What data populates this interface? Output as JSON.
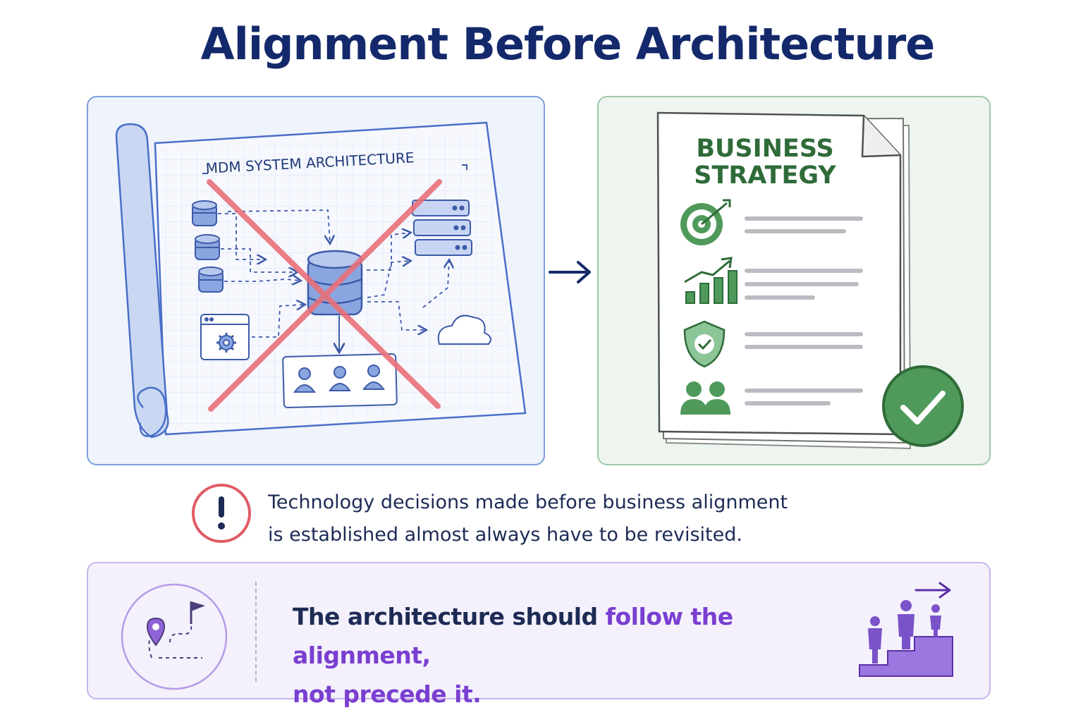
{
  "title": "Alignment Before Architecture",
  "architecture_panel": {
    "heading": "MDM SYSTEM ARCHITECTURE"
  },
  "strategy_panel": {
    "heading_line1": "BUSINESS",
    "heading_line2": "STRATEGY"
  },
  "warning": {
    "line1": "Technology decisions made before business alignment",
    "line2": "is established almost always have to be revisited."
  },
  "conclusion": {
    "part1": "The architecture should ",
    "part2": "follow the alignment,",
    "part3": "not precede it."
  },
  "colors": {
    "title": "#14296b",
    "blueprint": "#4a6fc8",
    "rejection_x": "#e9707a",
    "strategy_green": "#3f8f4c",
    "warning_red": "#e05a64",
    "accent_purple": "#7a3fd0"
  },
  "icons": {
    "rejected": "x-mark-icon",
    "approved": "check-circle-icon",
    "goal": "target-icon",
    "growth": "growth-chart-icon",
    "security": "shield-check-icon",
    "team": "people-icon",
    "warning": "exclamation-circle-icon",
    "journey": "route-flag-icon",
    "progress": "stairs-people-icon"
  }
}
